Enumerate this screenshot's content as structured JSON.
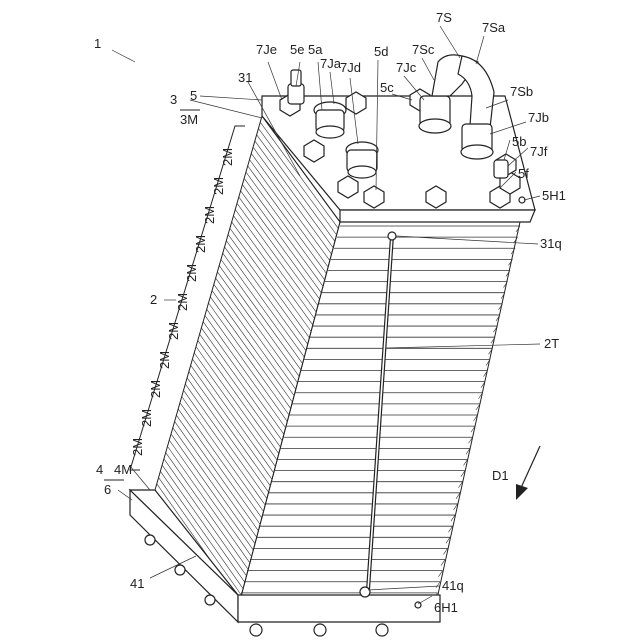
{
  "figure": {
    "labels": {
      "L1": "1",
      "L2": "2",
      "L2M": "2M",
      "L2T": "2T",
      "L3": "3",
      "L3M": "3M",
      "L4": "4",
      "L4M": "4M",
      "L5": "5",
      "L5a": "5a",
      "L5b": "5b",
      "L5c": "5c",
      "L5d": "5d",
      "L5e": "5e",
      "L5f": "5f",
      "L5H1": "5H1",
      "L6": "6",
      "L6H1": "6H1",
      "L7Ja": "7Ja",
      "L7Jb": "7Jb",
      "L7Jc": "7Jc",
      "L7Jd": "7Jd",
      "L7Je": "7Je",
      "L7Jf": "7Jf",
      "L7S": "7S",
      "L7Sa": "7Sa",
      "L7Sb": "7Sb",
      "L7Sc": "7Sc",
      "L31": "31",
      "L31q": "31q",
      "L41": "41",
      "L41q": "41q",
      "LD1": "D1"
    }
  }
}
